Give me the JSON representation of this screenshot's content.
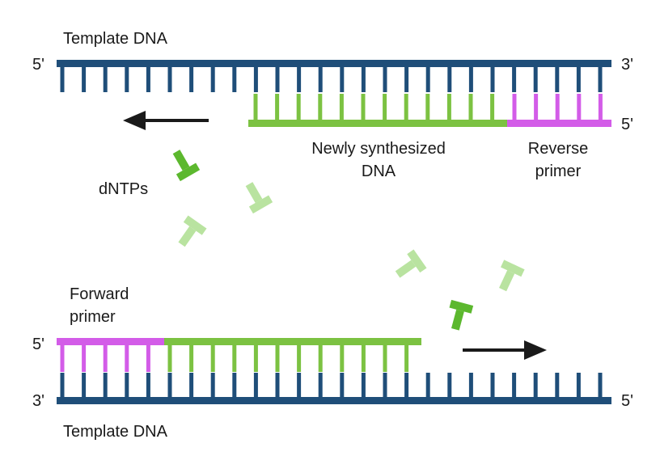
{
  "labels": {
    "template_top": "Template DNA",
    "template_bottom": "Template DNA",
    "newly_synth_line1": "Newly synthesized",
    "newly_synth_line2": "DNA",
    "reverse_line1": "Reverse",
    "reverse_line2": "primer",
    "forward_line1": "Forward",
    "forward_line2": "primer",
    "dntps": "dNTPs",
    "top_left_end": "5'",
    "top_right_end": "3'",
    "top_strand_right_end": "5'",
    "bottom_left_upper_end": "5'",
    "bottom_left_lower_end": "3'",
    "bottom_right_end": "5'"
  },
  "colors": {
    "template": "#1f4e79",
    "synthesized": "#7cc242",
    "primer": "#d35ce8",
    "dntp_bright": "#5cb82e",
    "dntp_faded": "#b9e3a0",
    "arrow": "#1a1a1a"
  }
}
